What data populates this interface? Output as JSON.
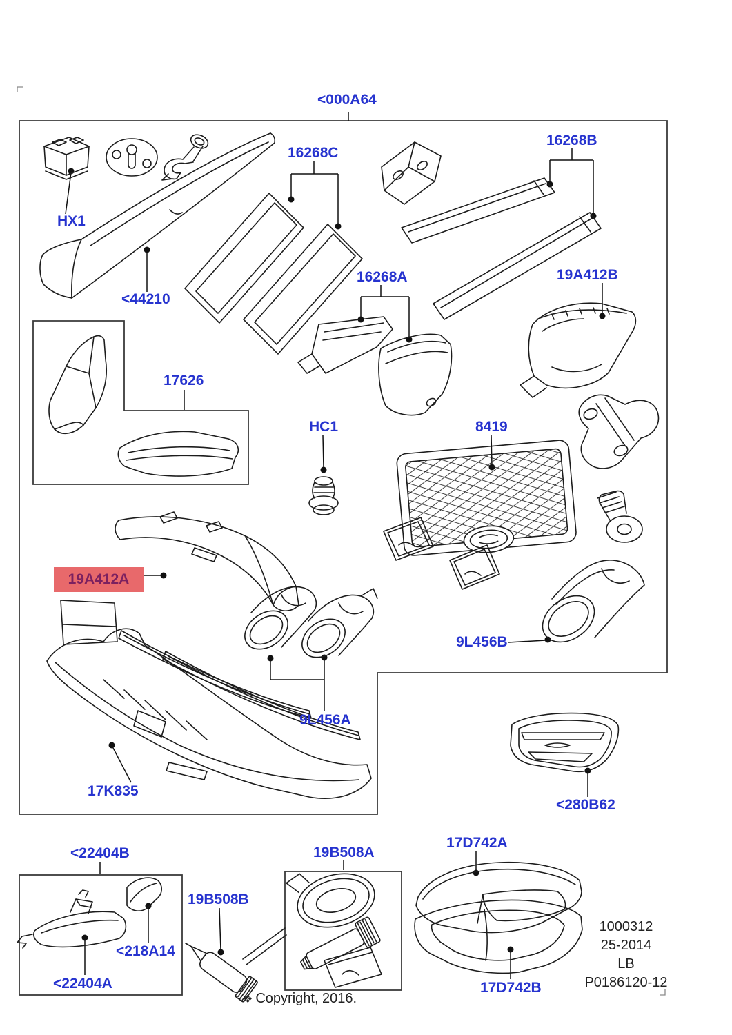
{
  "diagram": {
    "assembly_label": "<000A64",
    "part_labels": {
      "hx1": "HX1",
      "s44210": "<44210",
      "s16268C": "16268C",
      "s16268B": "16268B",
      "s16268A": "16268A",
      "s19A412B": "19A412B",
      "s17626": "17626",
      "hc1": "HC1",
      "s8419": "8419",
      "s19A412A": "19A412A",
      "s9L456B": "9L456B",
      "s9L456A": "9L456A",
      "s17K835": "17K835",
      "s280B62": "<280B62",
      "s22404B": "<22404B",
      "s218A14": "<218A14",
      "s22404A": "<22404A",
      "s19B508B": "19B508B",
      "s19B508A": "19B508A",
      "s17D742A": "17D742A",
      "s17D742B": "17D742B"
    },
    "highlighted_part": "19A412A",
    "doc_info": [
      "1000312",
      "25-2014",
      "LB",
      "P0186120-12"
    ],
    "footer": {
      "copyright_symbol": "❖",
      "copyright_text": "Copyright, 2016."
    },
    "colors": {
      "label_blue": "#2633cf",
      "highlight_bg": "#e8696b",
      "highlight_text": "#7c2160",
      "line_color": "#1c1c1c"
    }
  }
}
